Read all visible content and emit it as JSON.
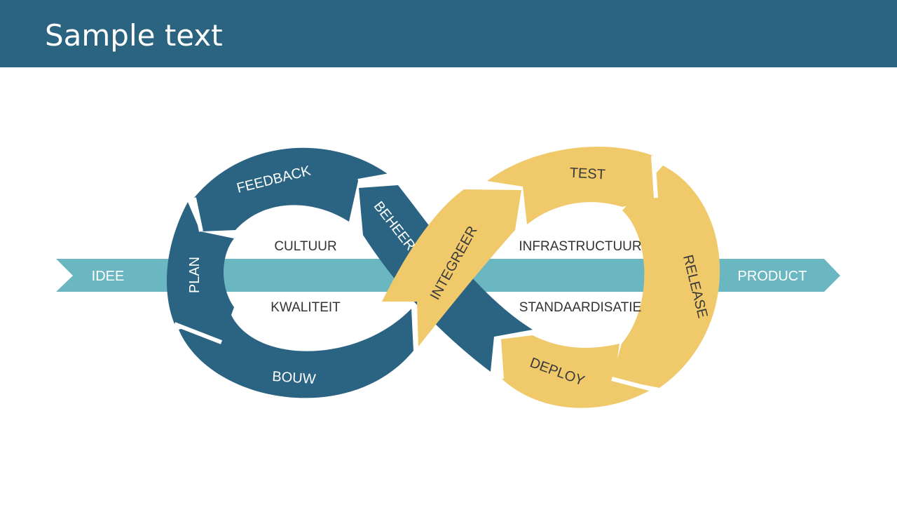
{
  "slide": {
    "title": "Sample text"
  },
  "colors": {
    "header": "#2a6480",
    "navy": "#2b6482",
    "gold": "#f0c96b",
    "arrow_band": "#6bb7c1",
    "inner_text": "#333333",
    "gold_text": "#3a3a3a"
  },
  "diagram": {
    "arrow": {
      "start": "IDEE",
      "end": "PRODUCT"
    },
    "left_loop": {
      "segments": [
        "FEEDBACK",
        "PLAN",
        "BOUW",
        "BEHEER"
      ],
      "inner_top": "CULTUUR",
      "inner_bottom": "KWALITEIT"
    },
    "right_loop": {
      "segments": [
        "TEST",
        "RELEASE",
        "DEPLOY",
        "INTEGREER"
      ],
      "inner_top": "INFRASTRUCTUUR",
      "inner_bottom": "STANDAARDISATIE"
    }
  }
}
